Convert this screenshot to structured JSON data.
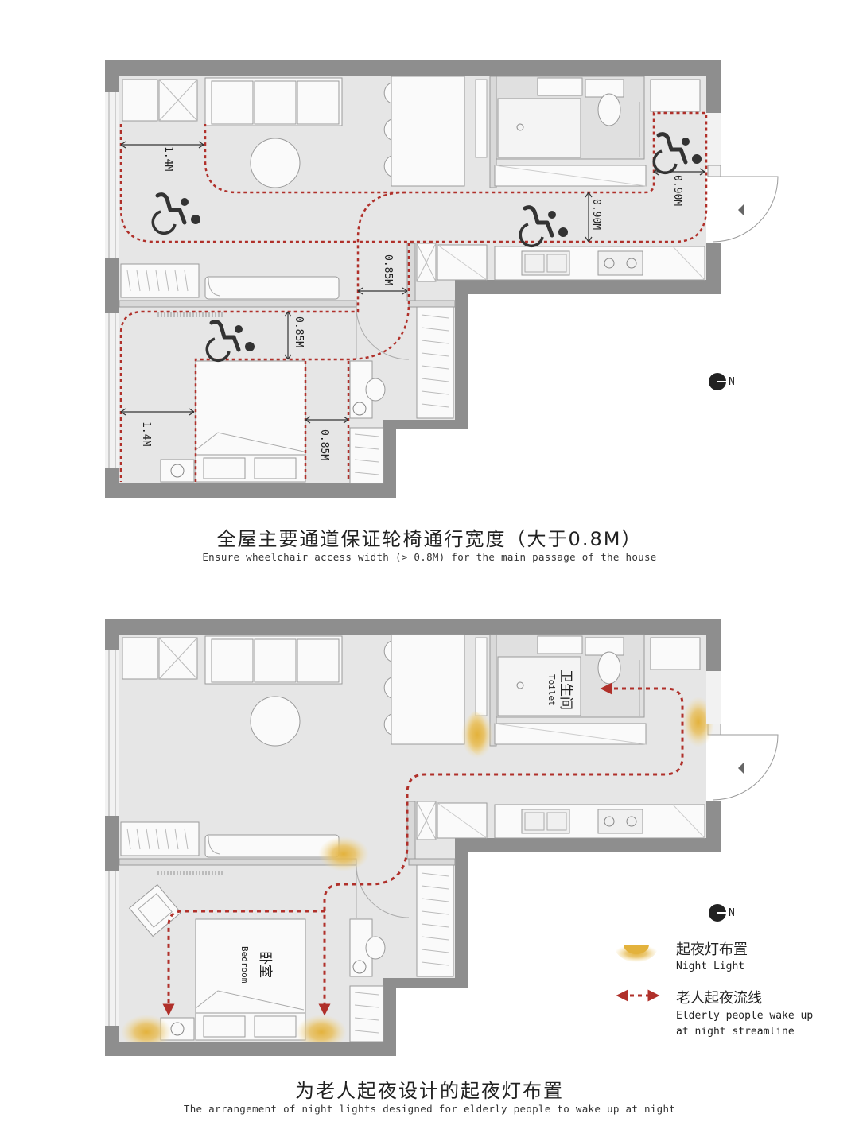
{
  "colors": {
    "wall": "#8e8e8e",
    "floor": "#e6e6e6",
    "furniture_line": "#9a9a9a",
    "path": "#b0302a",
    "light": "#e3b23c",
    "icon": "#333333"
  },
  "plan1": {
    "dimensions": [
      "1.4M",
      "0.90M",
      "0.90M",
      "0.85M",
      "0.85M",
      "1.4M",
      "0.85M"
    ],
    "icons": [
      "wheelchair-icon",
      "wheelchair-icon",
      "wheelchair-icon",
      "wheelchair-icon"
    ],
    "north": "N",
    "caption_zh": "全屋主要通道保证轮椅通行宽度（大于0.8M）",
    "caption_en": "Ensure wheelchair access width (> 0.8M) for the main passage of the  house"
  },
  "plan2": {
    "toilet_zh": "卫生间",
    "toilet_en": "Toilet",
    "bedroom_zh": "卧室",
    "bedroom_en": "Bedroom",
    "north": "N",
    "legend": {
      "light_zh": "起夜灯布置",
      "light_en": "Night Light",
      "path_zh": "老人起夜流线",
      "path_en_1": "Elderly people wake up",
      "path_en_2": "at night streamline"
    },
    "caption_zh": "为老人起夜设计的起夜灯布置",
    "caption_en": "The arrangement of night lights designed for elderly people to wake up at night"
  }
}
